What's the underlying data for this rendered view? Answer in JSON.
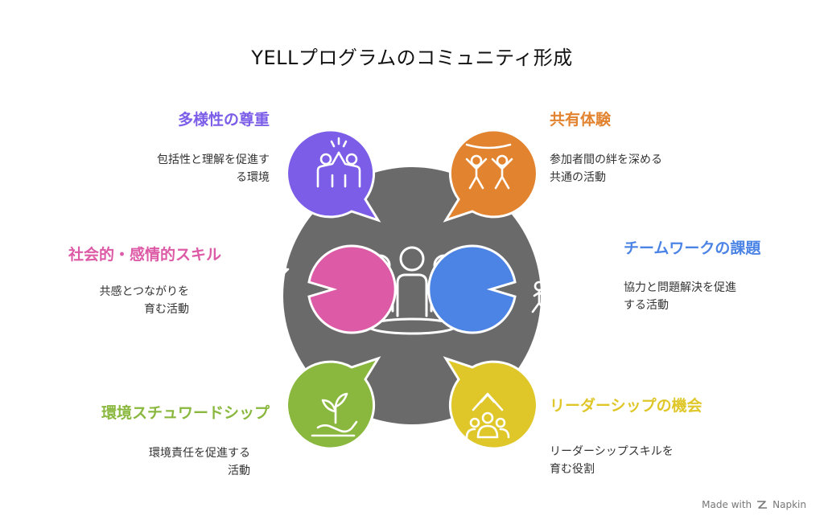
{
  "title": "YELLプログラムのコミュニティ形成",
  "colors": {
    "hub": "#6a6a6a",
    "purple": "#7b5de8",
    "orange": "#e2832f",
    "pink": "#dd5aa6",
    "blue": "#4c84e6",
    "green": "#8ab83e",
    "yellow": "#dfc72a"
  },
  "items": [
    {
      "label": "多様性の尊重",
      "desc_line1": "包括性と理解を促進す",
      "desc_line2": "る環境",
      "icon": "high-five-icon"
    },
    {
      "label": "共有体験",
      "desc_line1": "参加者間の絆を深める",
      "desc_line2": "共通の活動",
      "icon": "celebrating-people-icon"
    },
    {
      "label": "社会的・感情的スキル",
      "desc_line1": "共感とつながりを",
      "desc_line2": "育む活動",
      "icon": "hands-heart-icon"
    },
    {
      "label": "チームワークの課題",
      "desc_line1": "協力と問題解決を促進",
      "desc_line2": "する活動",
      "icon": "hiker-tree-icon"
    },
    {
      "label": "環境スチュワードシップ",
      "desc_line1": "環境責任を促進する",
      "desc_line2": "活動",
      "icon": "hand-sprout-icon"
    },
    {
      "label": "リーダーシップの機会",
      "desc_line1": "リーダーシップスキルを",
      "desc_line2": "育む役割",
      "icon": "group-growth-icon"
    }
  ],
  "footer": {
    "made_with": "Made with",
    "brand": "Napkin"
  }
}
